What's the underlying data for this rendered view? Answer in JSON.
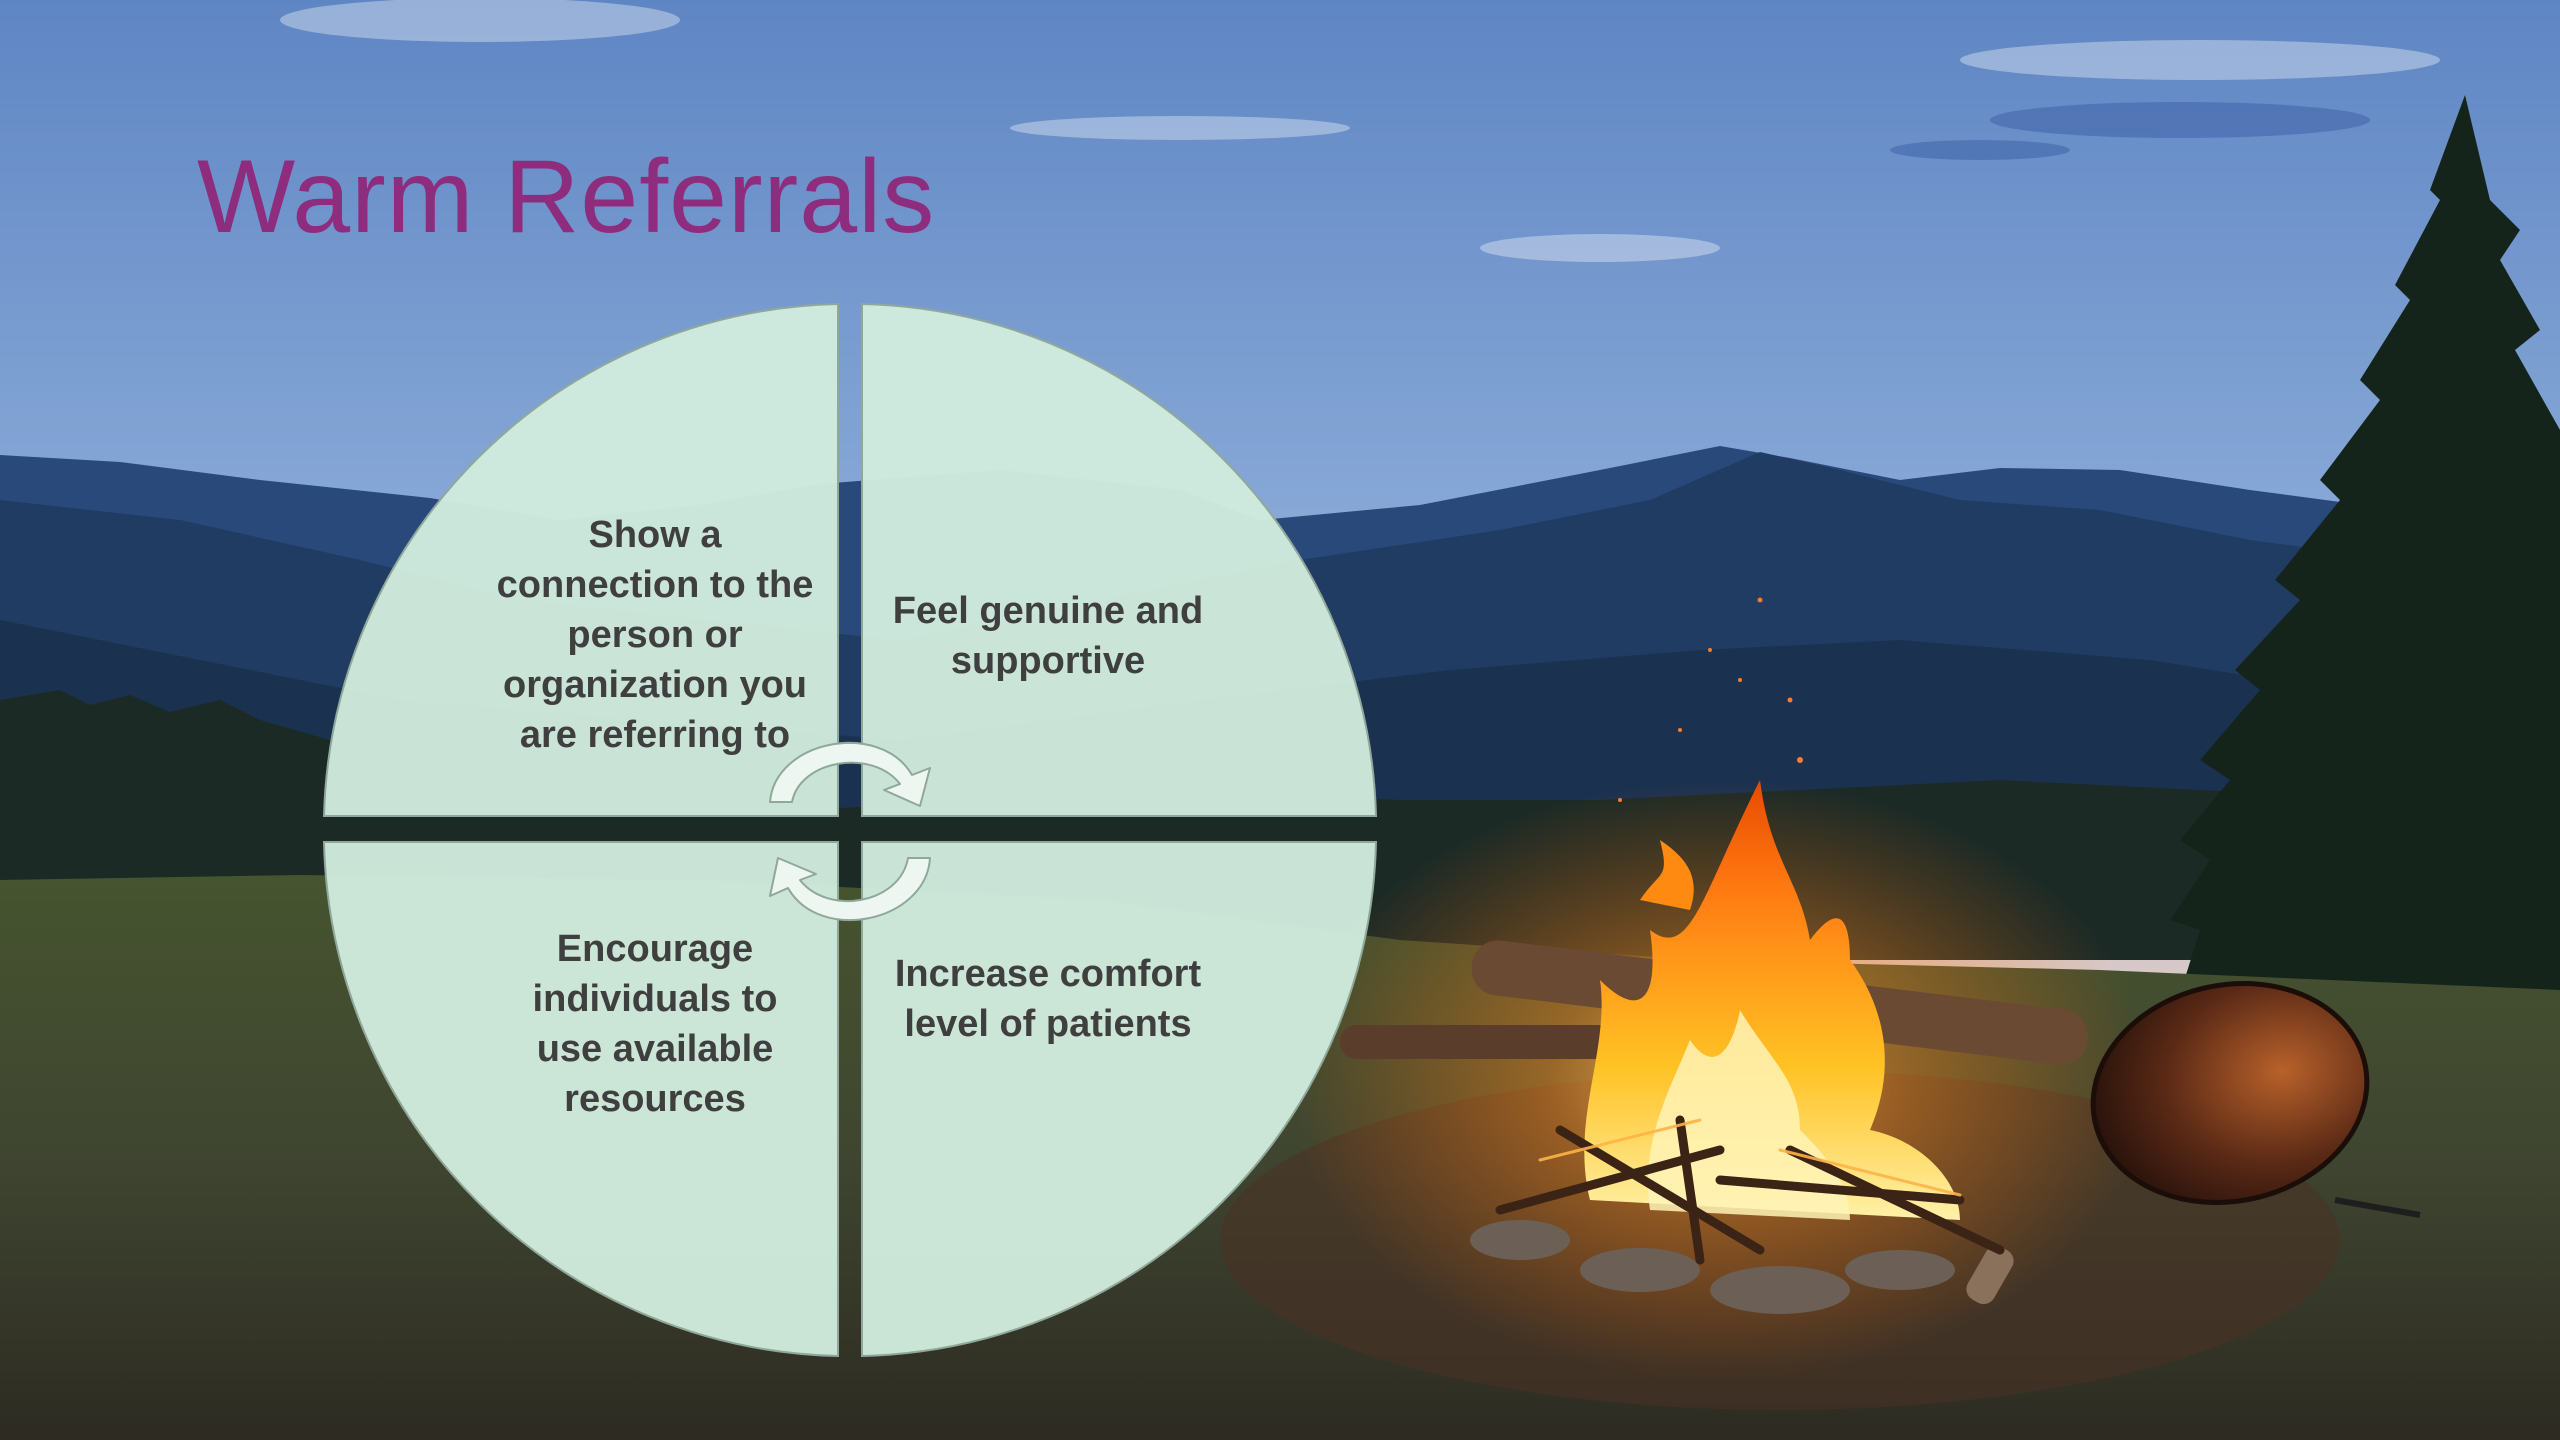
{
  "slide": {
    "title": "Warm Referrals"
  },
  "cycle": {
    "quadrants": [
      {
        "position": "top-left",
        "text": "Show a connection to the person or organization you are referring to"
      },
      {
        "position": "top-right",
        "text": "Feel genuine and supportive"
      },
      {
        "position": "bottom-left",
        "text": "Encourage individuals to use available resources"
      },
      {
        "position": "bottom-right",
        "text": "Increase comfort level of patients"
      }
    ],
    "fill_color": "#cfeadc",
    "center_icon": "cycle-arrows-icon"
  },
  "background": {
    "description_icon": "mountain-campfire-photo",
    "colors": {
      "sky_top": "#5f86c4",
      "sky_horizon": "#d8c8c4",
      "mountains": "#1d3558",
      "grass": "#3e4a2c",
      "fire": "#ffb020"
    }
  }
}
